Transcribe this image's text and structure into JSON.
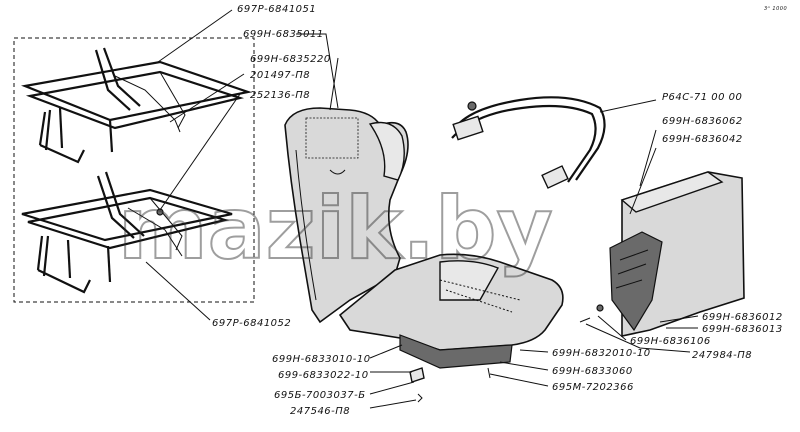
{
  "corner_mark": "3ᴬ 1000",
  "watermark": "mazik.by",
  "labels": {
    "p1": "697Р-6841051",
    "p2": "699Н-6835011",
    "p3": "699Н-6835220",
    "p4": "201497-П8",
    "p5": "252136-П8",
    "p6": "Р64С-71 00 00",
    "p7": "699Н-6836062",
    "p8": "699Н-6836042",
    "p9": "697Р-6841052",
    "p10": "699Н-6836012",
    "p11": "699Н-6836013",
    "p12": "699Н-6836106",
    "p13": "247984-П8",
    "p14": "699Н-6833010-10",
    "p15": "699-6833022-10",
    "p16": "695Б-7003037-Б",
    "p17": "247546-П8",
    "p18": "699Н-6832010-10",
    "p19": "699Н-6833060",
    "p20": "695М-7202366"
  }
}
